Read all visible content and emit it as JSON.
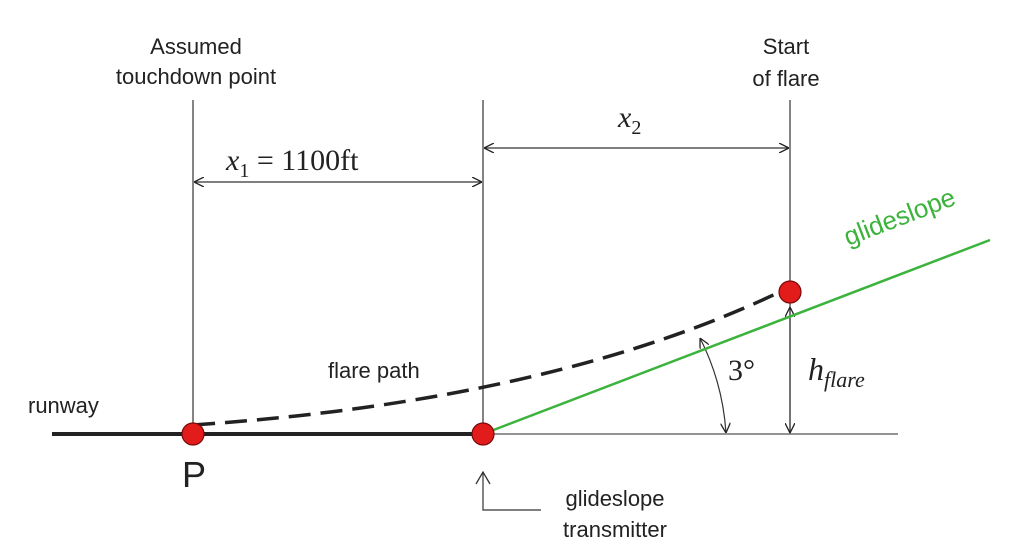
{
  "labels": {
    "touchdown_line1": "Assumed",
    "touchdown_line2": "touchdown point",
    "flare_start_line1": "Start",
    "flare_start_line2": "of flare",
    "x1_var": "x",
    "x1_sub": "1",
    "x1_value": " = 1100ft",
    "x2_var": "x",
    "x2_sub": "2",
    "glideslope": "glideslope",
    "flare_path": "flare path",
    "runway": "runway",
    "point_p": "P",
    "angle": "3°",
    "h_var": "h",
    "h_sub": "flare",
    "transmitter_line1": "glideslope",
    "transmitter_line2": "transmitter"
  },
  "colors": {
    "glideslope": "#3cb33c",
    "point": "#e21b1b",
    "line": "#222222"
  }
}
